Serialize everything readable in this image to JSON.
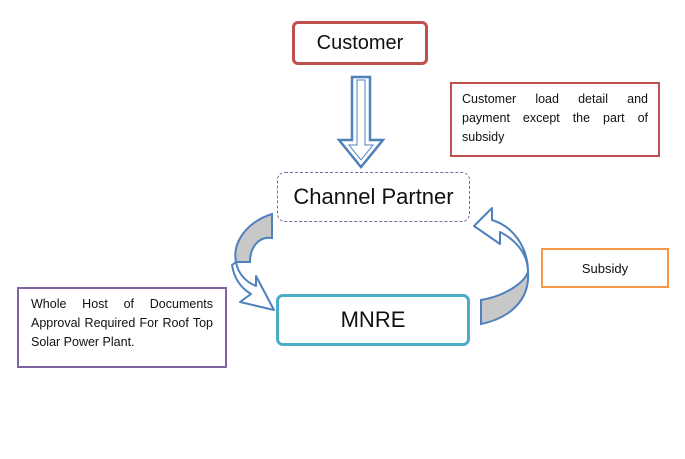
{
  "nodes": {
    "customer": "Customer",
    "channel_partner": "Channel Partner",
    "mnre": "MNRE"
  },
  "notes": {
    "customer_payment": "Customer load detail and payment except the part of subsidy",
    "subsidy": "Subsidy",
    "documents": "Whole Host of Documents Approval Required For Roof Top Solar Power Plant."
  },
  "colors": {
    "customer_border": "#c0504d",
    "channel_border": "#8064a2",
    "mnre_border": "#4bacc6",
    "subsidy_border": "#f79646",
    "documents_border": "#8064a2",
    "arrow_stroke": "#4f81bd",
    "arrow_fill": "#c8c8c8"
  }
}
